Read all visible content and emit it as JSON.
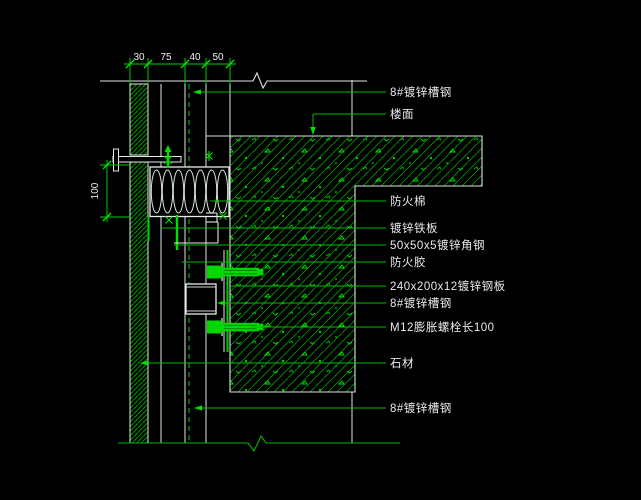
{
  "drawing": {
    "description": "CAD detail: stone curtain wall fixing at concrete floor slab, black background, green/white linework",
    "colors": {
      "background": "#000000",
      "line_green": "#00b400",
      "bright_green": "#00e600",
      "hatch_green": "#009c00",
      "line_white": "#e3eae5",
      "text_white": "#e9e9e9"
    },
    "dimensions": {
      "top": [
        {
          "value": "30"
        },
        {
          "value": "75"
        },
        {
          "value": "40"
        },
        {
          "value": "50"
        }
      ],
      "left": {
        "value": "100"
      }
    },
    "labels": [
      {
        "text": "8#镀锌槽钢"
      },
      {
        "text": "楼面"
      },
      {
        "text": "防火棉"
      },
      {
        "text": "镀锌铁板"
      },
      {
        "text": "50x50x5镀锌角钢"
      },
      {
        "text": "防火胶"
      },
      {
        "text": "240x200x12镀锌钢板"
      },
      {
        "text": "8#镀锌槽钢"
      },
      {
        "text": "M12膨胀螺栓长100"
      },
      {
        "text": "石材"
      },
      {
        "text": "8#镀锌槽钢"
      }
    ]
  }
}
